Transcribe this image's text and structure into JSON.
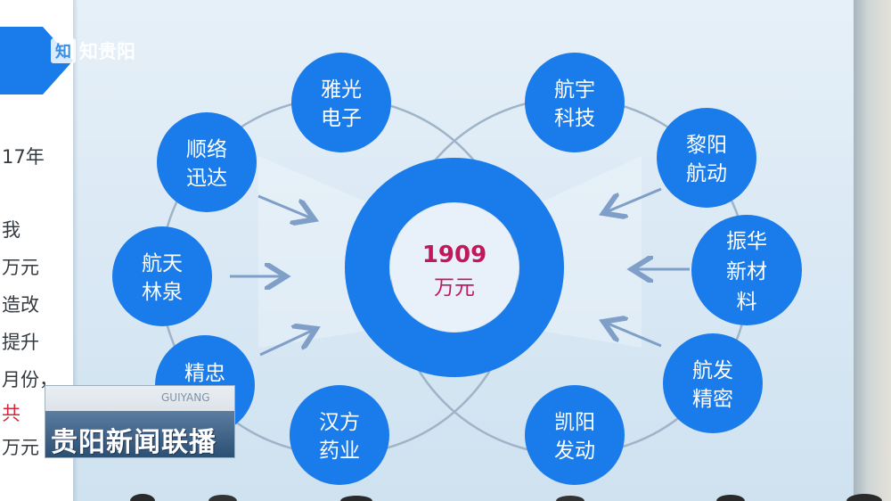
{
  "watermark": {
    "mark": "知",
    "text": "知贵阳"
  },
  "side_text": {
    "lines": [
      {
        "text": "17年",
        "red": false
      },
      {
        "text": "我",
        "red": false
      },
      {
        "text": "万元",
        "red": false
      },
      {
        "text": "造改",
        "red": false
      },
      {
        "text": "提升",
        "red": false
      },
      {
        "text": "月份，",
        "red": false
      },
      {
        "text": "共",
        "red": true
      },
      {
        "text": "万元",
        "red": false
      }
    ]
  },
  "diagram": {
    "center": {
      "value": "1909",
      "unit": "万元"
    },
    "nodes": [
      {
        "id": "yaguang",
        "line1": "雅光",
        "line2": "电子",
        "line3": ""
      },
      {
        "id": "hangyu",
        "line1": "航宇",
        "line2": "科技",
        "line3": ""
      },
      {
        "id": "shunluo",
        "line1": "顺络",
        "line2": "迅达",
        "line3": ""
      },
      {
        "id": "liyang",
        "line1": "黎阳",
        "line2": "航动",
        "line3": ""
      },
      {
        "id": "hangtian",
        "line1": "航天",
        "line2": "林泉",
        "line3": ""
      },
      {
        "id": "zhenhua",
        "line1": "振华",
        "line2": "新材",
        "line3": "料"
      },
      {
        "id": "jingzhong",
        "line1": "精忠",
        "line2": "",
        "line3": ""
      },
      {
        "id": "hangfa",
        "line1": "航发",
        "line2": "精密",
        "line3": ""
      },
      {
        "id": "hanfang",
        "line1": "汉方",
        "line2": "药业",
        "line3": ""
      },
      {
        "id": "kaiyang",
        "line1": "凯阳",
        "line2": "发动",
        "line3": ""
      }
    ],
    "colors": {
      "node": "#1a7bea",
      "ring": "#1a7bea",
      "center_text": "#c2185b",
      "arrow": "#7f9fc8"
    }
  },
  "news_banner": {
    "title": "贵阳新闻联播",
    "sub": "GUIYANG"
  }
}
